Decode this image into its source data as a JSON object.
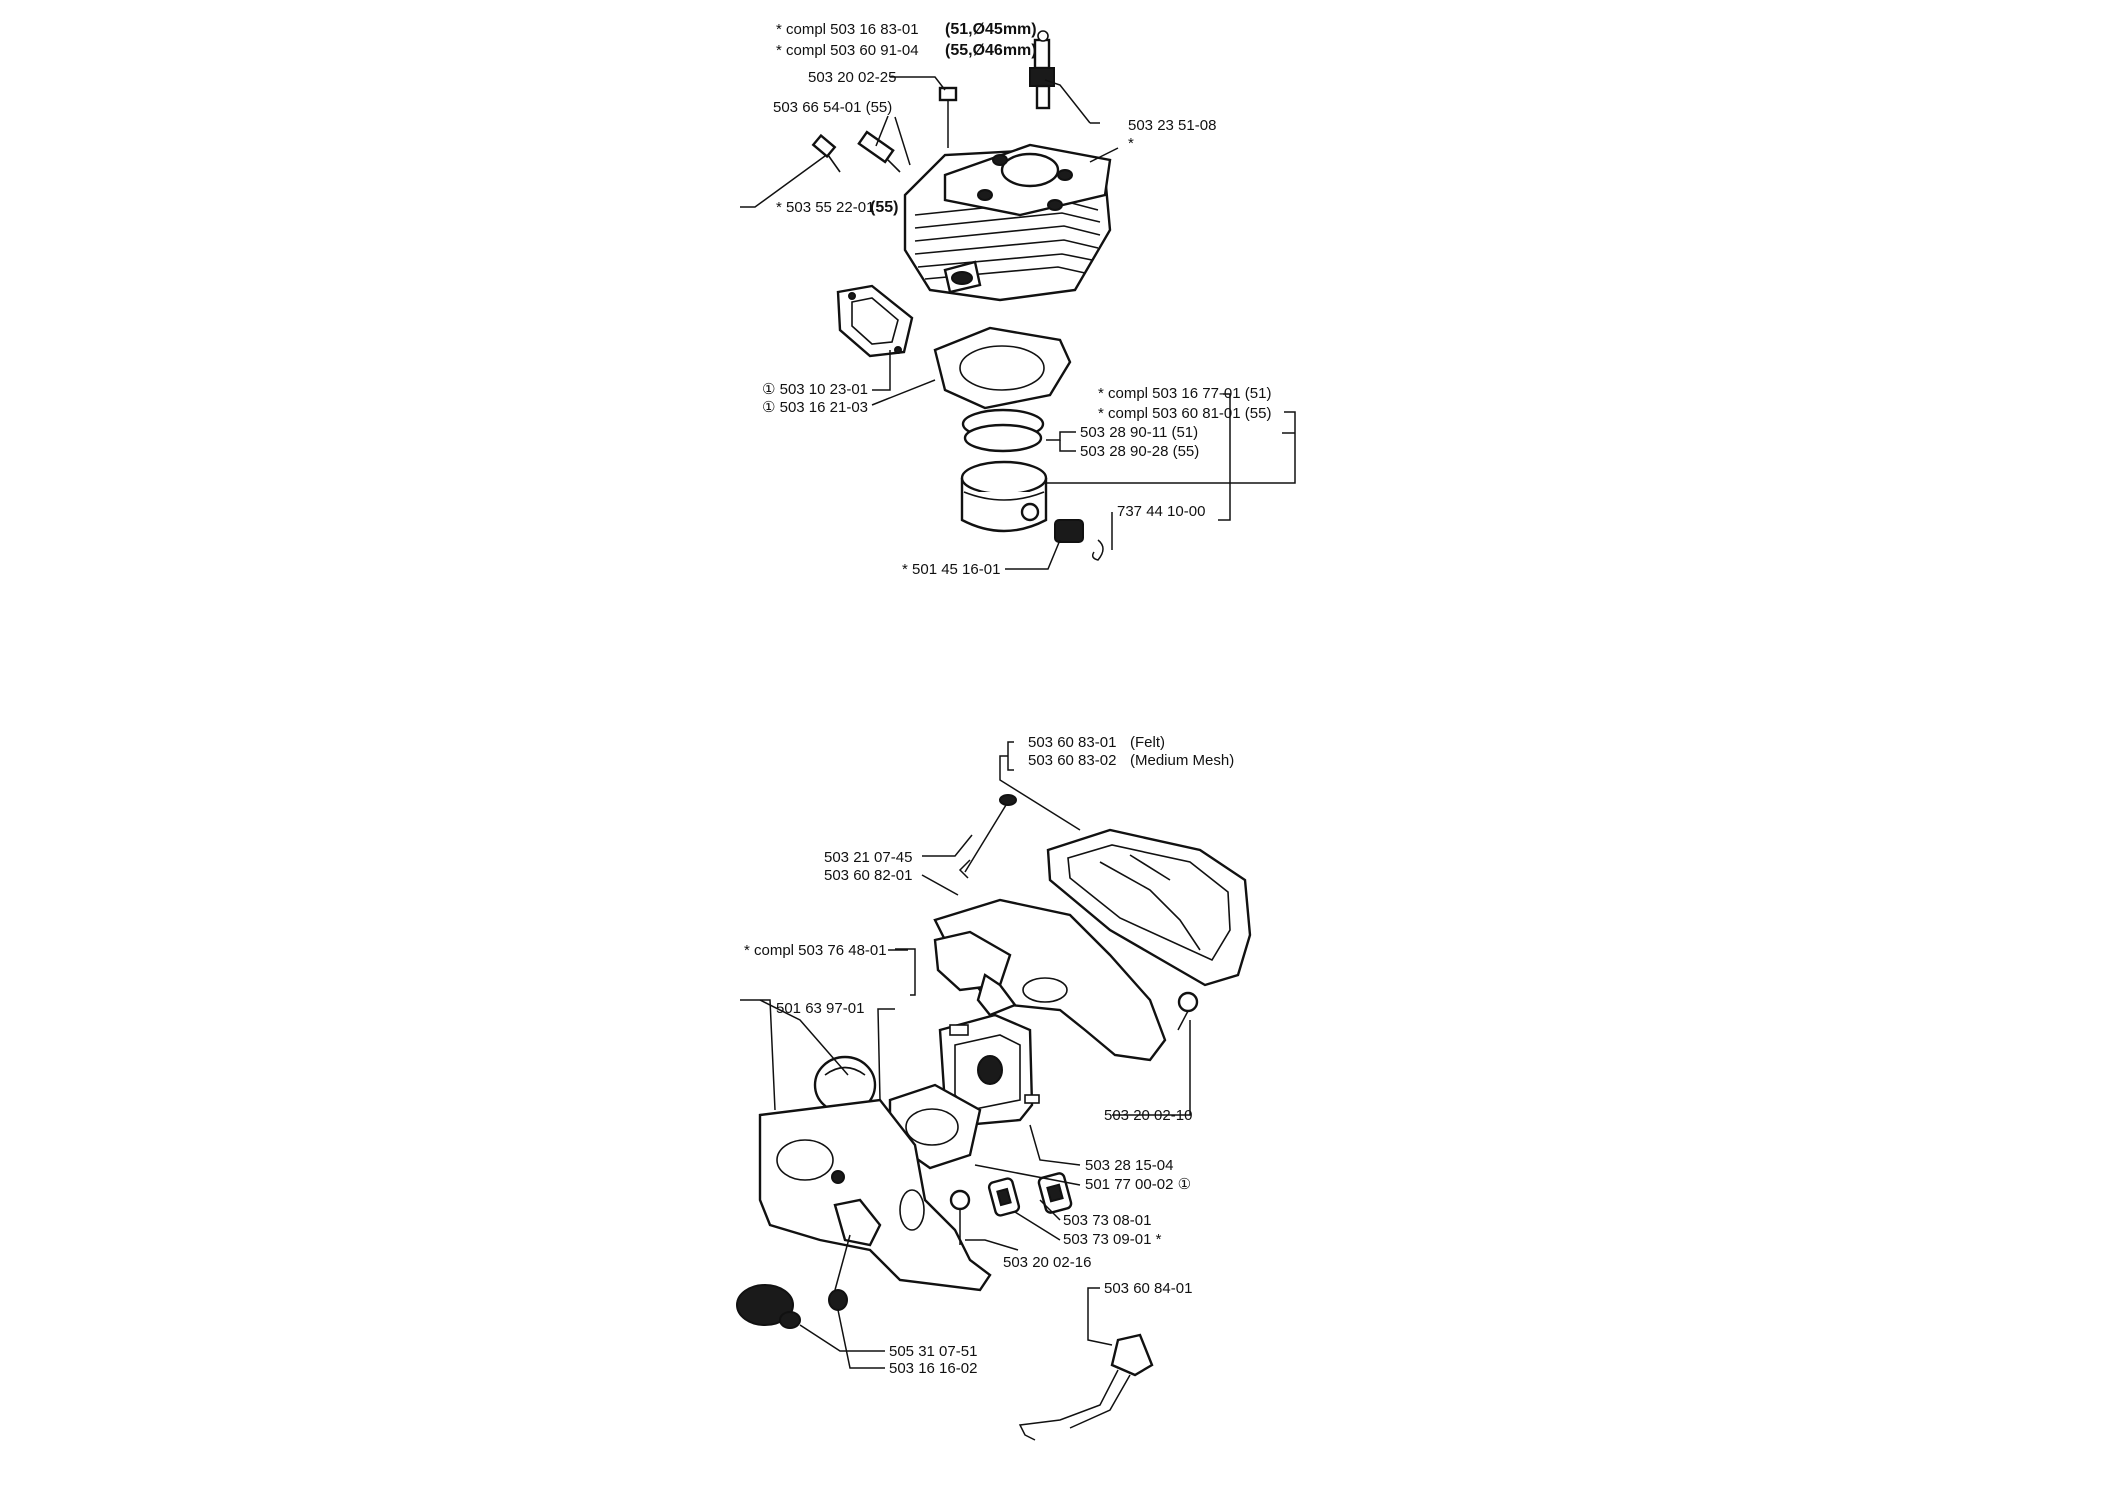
{
  "cylinder": {
    "c_compl_1": "*  compl 503 16 83-01",
    "c_compl_1_spec": "(51,Ø45mm)",
    "c_compl_2": "*  compl 503 60 91-04",
    "c_compl_2_spec": "(55,Ø46mm)",
    "screw": "503 20 02-25",
    "valve": "503 66 54-01 (55)",
    "decomp": "*  503 55 22-01",
    "decomp_spec": "(55)",
    "spark_plug": "503 23 51-08",
    "star": "*",
    "muffler_gasket": "① 503 10 23-01",
    "cyl_gasket": "① 503 16 21-03",
    "piston_compl_1": "*  compl 503 16 77-01 (51)",
    "piston_compl_2": "*  compl 503 60 81-01 (55)",
    "ring_1": "503 28 90-11 (51)",
    "ring_2": "503 28 90-28 (55)",
    "circlip": "737 44 10-00",
    "bearing": "*  501 45 16-01"
  },
  "carb": {
    "filter_1": "503 60 83-01",
    "filter_1_spec": "(Felt)",
    "filter_2": "503 60 83-02",
    "filter_2_spec": "(Medium Mesh)",
    "bolt": "503 21 07-45",
    "filter_holder": "503 60 82-01",
    "compl": "*  compl 503 76 48-01",
    "bulb": "501 63 97-01",
    "screw": "503 20 02-10",
    "carburetor": "503 28 15-04",
    "gasket": "501 77 00-02 ①",
    "dampers_1": "503 73 08-01",
    "dampers_2": "503 73 09-01  *",
    "screw_2": "503 20 02-16",
    "rod": "503 60 84-01",
    "knob": "505 31 07-51",
    "knob_2": "503 16 16-02"
  }
}
